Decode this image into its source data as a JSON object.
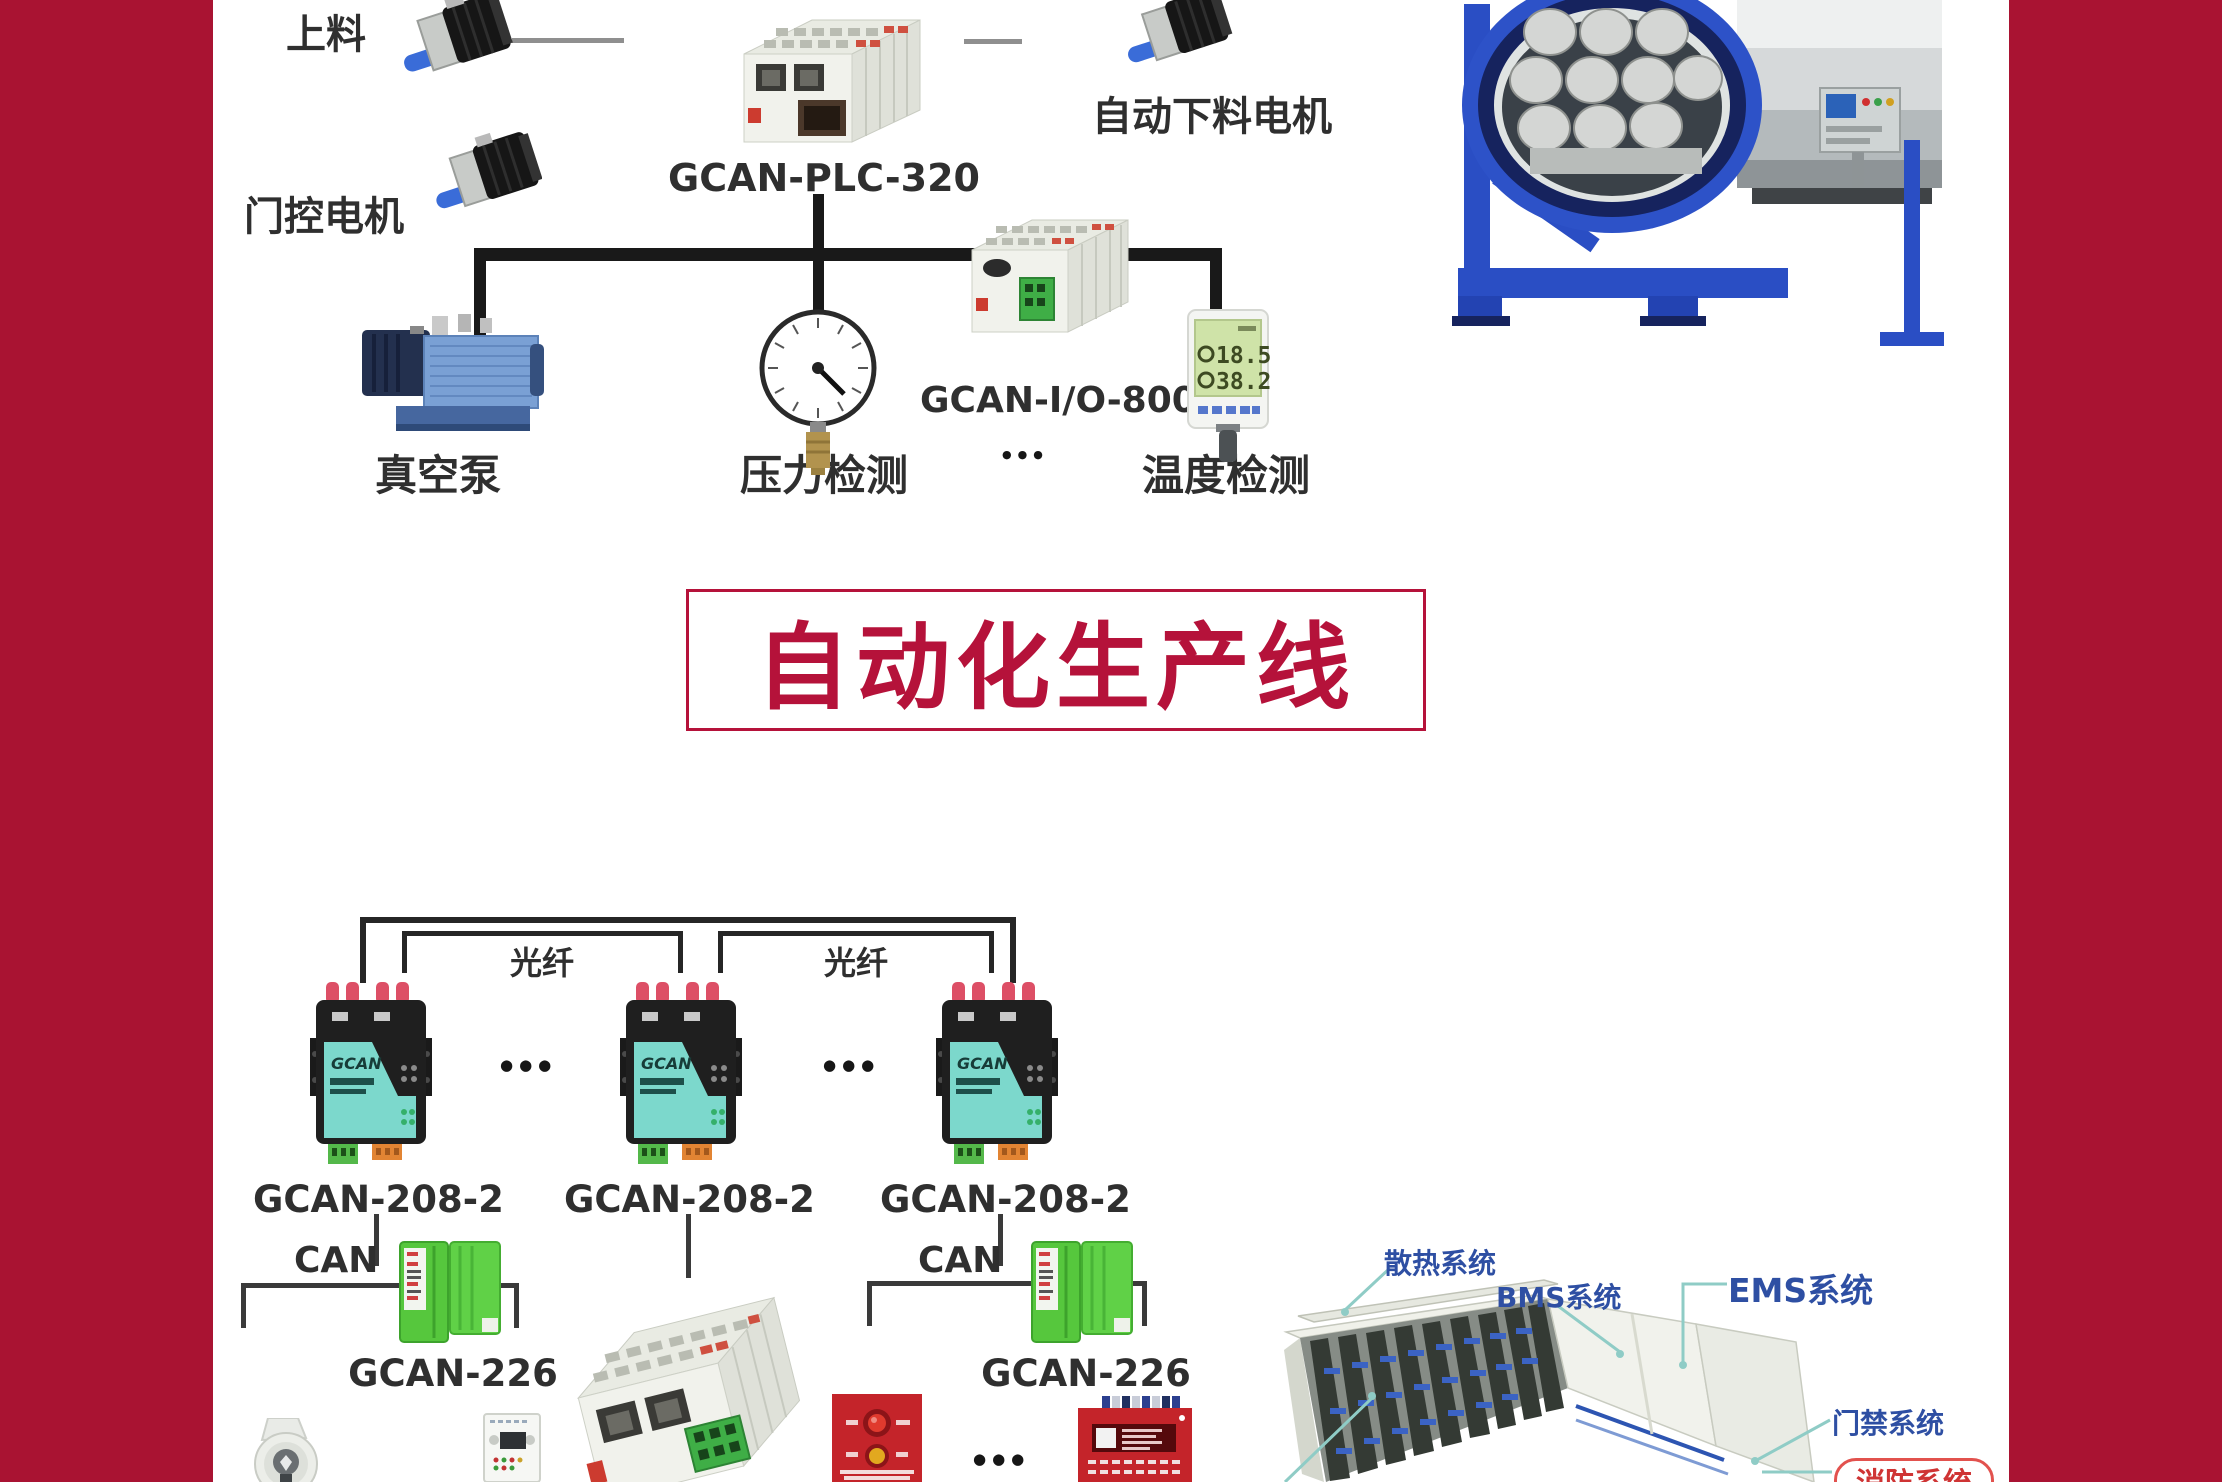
{
  "page": {
    "background": "#ffffff",
    "side_band_color": "#a91332"
  },
  "top": {
    "feed_label": "上料",
    "door_motor_label": "门控电机",
    "unload_motor_label": "自动下料电机",
    "plc_label": "GCAN-PLC-320",
    "io_label": "GCAN-I/O-8000",
    "pump_label": "真空泵",
    "pressure_label": "压力检测",
    "temp_label": "温度检测",
    "ellipsis": "●●●",
    "lcd_value_1": "18.5",
    "lcd_value_2": "38.2"
  },
  "banner": {
    "title": "自动化生产线",
    "color": "#b5123a"
  },
  "bottom": {
    "fiber_label_1": "光纤",
    "fiber_label_2": "光纤",
    "converter_labels": [
      "GCAN-208-2",
      "GCAN-208-2",
      "GCAN-208-2"
    ],
    "brand": "GCAN",
    "can_label_1": "CAN",
    "can_label_2": "CAN",
    "isolator_labels": [
      "GCAN-226",
      "GCAN-226"
    ],
    "dots_1": "●●●",
    "dots_2": "●●●",
    "dots_3": "●●●",
    "container": {
      "cooling_label": "散热系统",
      "bms_label": "BMS系统",
      "ems_label": "EMS系统",
      "access_label": "门禁系统",
      "fire_label": "消防系统"
    }
  }
}
